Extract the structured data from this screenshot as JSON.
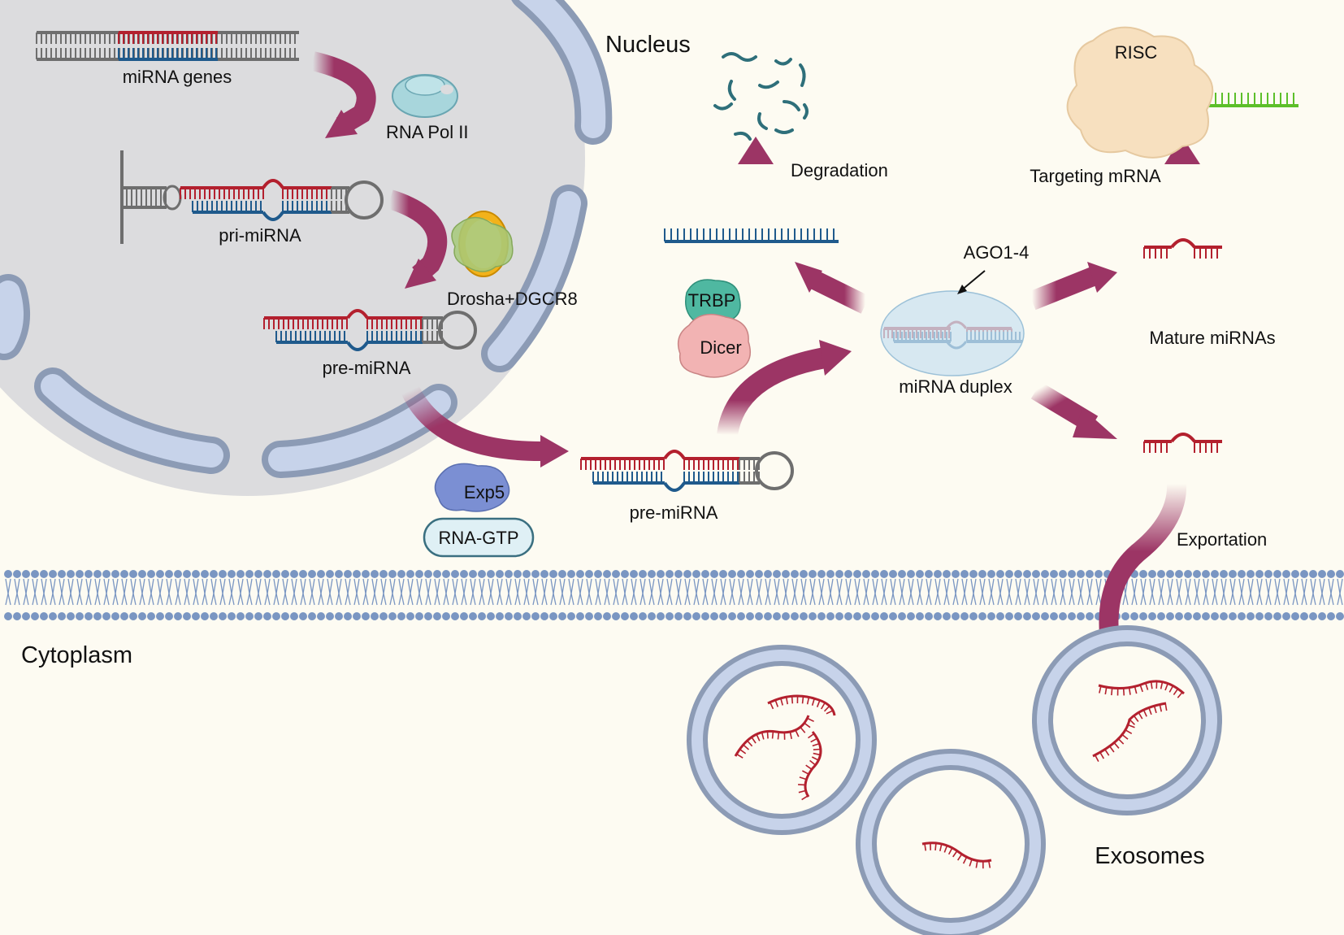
{
  "labels": {
    "nucleus": "Nucleus",
    "cytoplasm": "Cytoplasm",
    "mirna_genes": "miRNA genes",
    "rna_pol": "RNA Pol II",
    "pri_mirna": "pri-miRNA",
    "drosha": "Drosha+DGCR8",
    "pre_mirna_nuc": "pre-miRNA",
    "exp5": "Exp5",
    "rna_gtp": "RNA-GTP",
    "pre_mirna_cyto": "pre-miRNA",
    "trbp": "TRBP",
    "dicer": "Dicer",
    "ago": "AGO1-4",
    "duplex": "miRNA duplex",
    "degradation": "Degradation",
    "targeting": "Targeting mRNA",
    "risc": "RISC",
    "mature": "Mature miRNAs",
    "exportation": "Exportation",
    "exosomes": "Exosomes"
  },
  "colors": {
    "background": "#fdfbf2",
    "nucleus_fill": "#dcdcde",
    "envelope": "#c7d3ea",
    "envelope_stroke": "#8c9bb5",
    "arrow": "#9c3565",
    "rna_red": "#b3202e",
    "rna_blue": "#1f5a8c",
    "rna_gray": "#6e6e6e",
    "mrna_green": "#5cbf2a",
    "membrane": "#7a96c2"
  }
}
